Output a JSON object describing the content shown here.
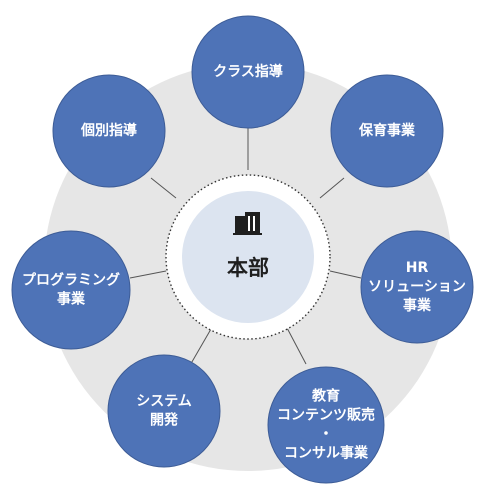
{
  "center": {
    "label": "本部",
    "icon": "building-icon"
  },
  "nodes": [
    {
      "id": "class-guidance",
      "lines": [
        "クラス指導"
      ]
    },
    {
      "id": "childcare-business",
      "lines": [
        "保育事業"
      ]
    },
    {
      "id": "hr-solution-business",
      "lines": [
        "HR",
        "ソリューション",
        "事業"
      ]
    },
    {
      "id": "education-content-consulting",
      "lines": [
        "教育",
        "コンテンツ販売",
        "・",
        "コンサル事業"
      ]
    },
    {
      "id": "system-development",
      "lines": [
        "システム",
        "開発"
      ]
    },
    {
      "id": "programming-business",
      "lines": [
        "プログラミング",
        "事業"
      ]
    },
    {
      "id": "individual-guidance",
      "lines": [
        "個別指導"
      ]
    }
  ],
  "colors": {
    "node_fill": "#4e73b7",
    "node_stroke": "#3d5c96",
    "background_ring": "#e6e6e6",
    "center_fill": "#dce4f0",
    "connector": "#555555",
    "label_text": "#ffffff",
    "center_text": "#1f1f1f"
  }
}
